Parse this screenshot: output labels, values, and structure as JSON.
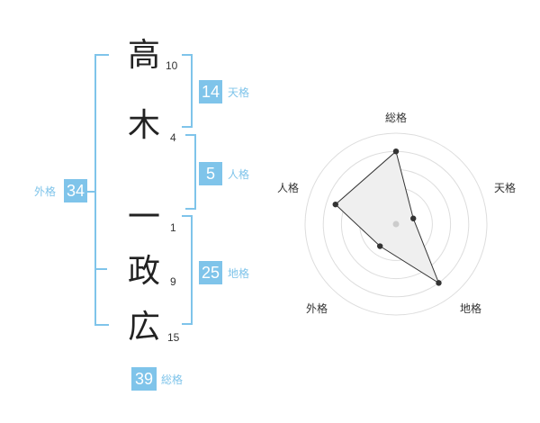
{
  "name": {
    "chars": [
      {
        "char": "高",
        "strokes": "10"
      },
      {
        "char": "木",
        "strokes": "4"
      },
      {
        "char": "一",
        "strokes": "1"
      },
      {
        "char": "政",
        "strokes": "9"
      },
      {
        "char": "広",
        "strokes": "15"
      }
    ]
  },
  "kaku": {
    "tenkaku": {
      "value": "14",
      "label": "天格"
    },
    "jinkaku": {
      "value": "5",
      "label": "人格"
    },
    "chikaku": {
      "value": "25",
      "label": "地格"
    },
    "gaikaku": {
      "value": "34",
      "label": "外格"
    },
    "soukaku": {
      "value": "39",
      "label": "総格"
    }
  },
  "colors": {
    "accent": "#7fc4ea",
    "badge_bg": "#7fc4ea",
    "radar_fill": "#efefef",
    "radar_line": "#333333",
    "grid": "#dddddd"
  },
  "chart_data": {
    "type": "radar",
    "axes": [
      "総格",
      "天格",
      "地格",
      "外格",
      "人格"
    ],
    "values": [
      4,
      1,
      4,
      1.5,
      3.5
    ],
    "rmax": 5,
    "rings": 5
  }
}
